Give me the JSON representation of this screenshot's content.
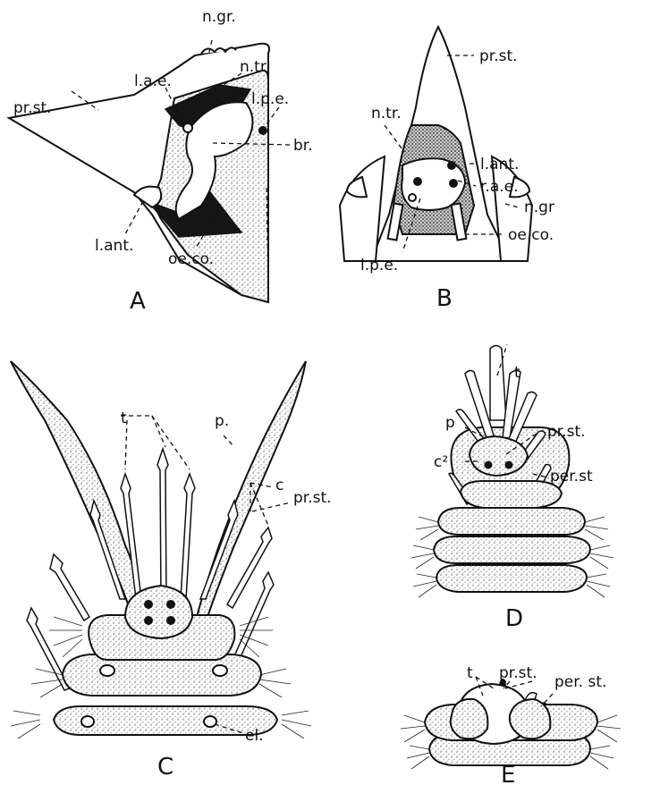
{
  "panels": {
    "A": {
      "letter": "A",
      "labels": {
        "n_gr": "n.gr.",
        "n_tr": "n.tr",
        "l_a_e": "l.a.e.",
        "l_p_e": "l.p.e.",
        "pr_st": "pr.st.",
        "br": "br.",
        "l_ant": "l.ant.",
        "oe_co": "oe.co."
      }
    },
    "B": {
      "letter": "B",
      "labels": {
        "pr_st": "pr.st.",
        "n_tr": "n.tr.",
        "l_ant": "l.ant.",
        "r_a_e": "r.a.e.",
        "n_gr": "n.gr",
        "oe_co": "oe.co.",
        "l_p_e": "l.p.e."
      }
    },
    "C": {
      "letter": "C",
      "labels": {
        "p": "p.",
        "t": "t",
        "c": "c",
        "pr_st": "pr.st.",
        "el": "el."
      }
    },
    "D": {
      "letter": "D",
      "labels": {
        "t": "t",
        "p": "p",
        "pr_st": "pr.st.",
        "c2": "c²",
        "per_st": "per.st"
      }
    },
    "E": {
      "letter": "E",
      "labels": {
        "t": "t",
        "pr_st": "pr.st.",
        "per_st": "per. st."
      }
    }
  }
}
